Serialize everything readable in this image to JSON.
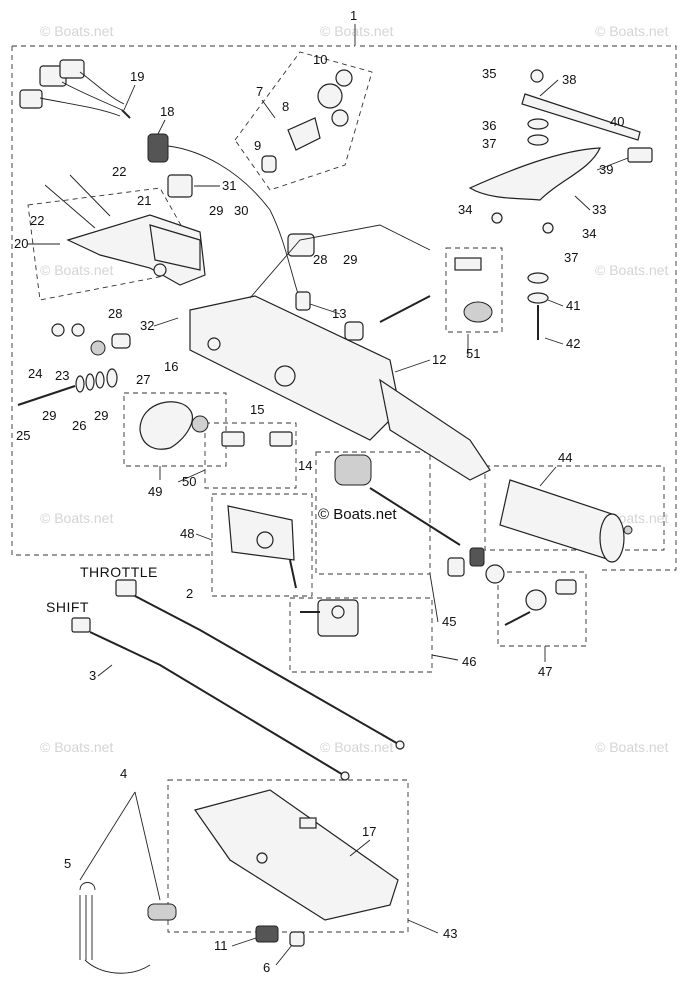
{
  "diagram": {
    "callouts": [
      "1",
      "2",
      "3",
      "4",
      "5",
      "6",
      "7",
      "8",
      "9",
      "10",
      "11",
      "12",
      "13",
      "14",
      "15",
      "16",
      "17",
      "18",
      "19",
      "20",
      "21",
      "22",
      "22",
      "23",
      "24",
      "25",
      "26",
      "27",
      "28",
      "28",
      "29",
      "29",
      "29",
      "29",
      "30",
      "31",
      "32",
      "33",
      "34",
      "34",
      "35",
      "36",
      "37",
      "37",
      "38",
      "39",
      "40",
      "41",
      "42",
      "43",
      "44",
      "45",
      "46",
      "47",
      "48",
      "49",
      "50",
      "51"
    ],
    "labels": {
      "throttle": "THROTTLE",
      "shift": "SHIFT"
    },
    "watermarks": {
      "repeat": "© Boats.net",
      "center": "© Boats.net"
    }
  },
  "colors": {
    "line": "#222222",
    "watermark": "#d4d4d4"
  }
}
